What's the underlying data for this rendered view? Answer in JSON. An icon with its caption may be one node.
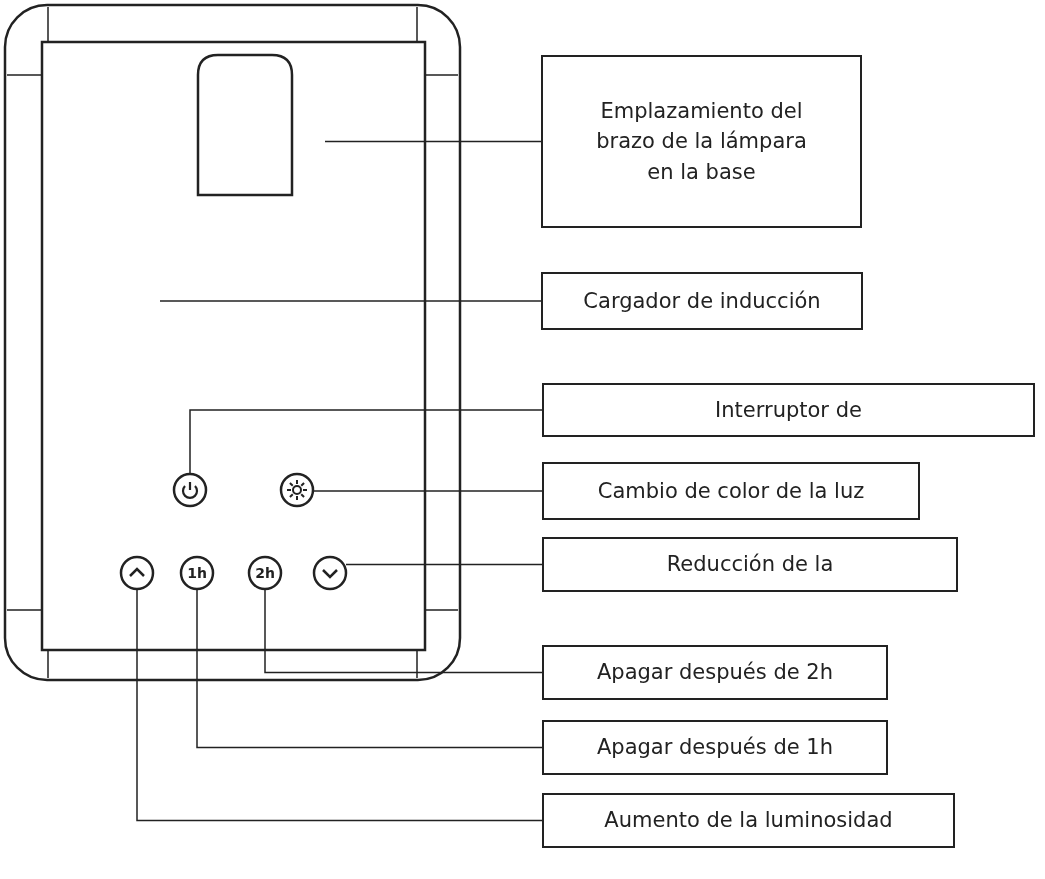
{
  "diagram": {
    "nodes": [
      {
        "text": [],
        "shape": "box"
      },
      {
        "text": [],
        "shape": "box",
        "in": 0
      },
      {
        "text": [],
        "shape": "circle",
        "in": 0
      },
      {
        "text": [],
        "shape": "circle",
        "in": 0
      },
      {
        "text": [],
        "shape": "circle",
        "in": 0
      },
      {
        "text": [
          "1h"
        ],
        "in": 0
      },
      {
        "text": [
          "2h"
        ],
        "in": 0
      },
      {
        "text": [],
        "shape": "circle",
        "in": 0
      },
      {
        "text": [
          "Emplazamiento del brazo de la lámpara en la base"
        ]
      },
      {
        "text": [
          "Cargador de inducción"
        ]
      },
      {
        "text": [
          "Interruptor de"
        ]
      },
      {
        "text": [
          "Cambio de color de la luz"
        ]
      },
      {
        "text": [
          "Reducción de la"
        ]
      },
      {
        "text": [
          "Apagar después de 2h"
        ]
      },
      {
        "text": [
          "Apagar después de 1h"
        ]
      },
      {
        "text": [
          "Aumento de la luminosidad"
        ]
      }
    ],
    "edges": [
      {
        "from": 8,
        "to": 1,
        "arrow": "none"
      },
      {
        "from": 9,
        "to": null,
        "arrow": "none"
      },
      {
        "from": 10,
        "to": 2,
        "arrow": "none"
      },
      {
        "from": 11,
        "to": 3,
        "arrow": "none"
      },
      {
        "from": 12,
        "to": 7,
        "arrow": "none"
      },
      {
        "from": 13,
        "to": 6,
        "arrow": "none"
      },
      {
        "from": 14,
        "to": 5,
        "arrow": "none"
      },
      {
        "from": 15,
        "to": 4,
        "arrow": "none"
      }
    ]
  }
}
